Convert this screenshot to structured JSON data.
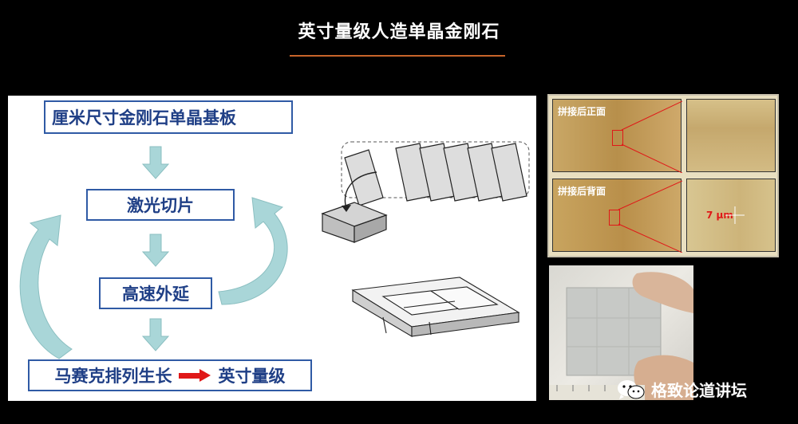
{
  "title": "英寸量级人造单晶金刚石",
  "flow": {
    "step1": "厘米尺寸金刚石单晶基板",
    "step2": "激光切片",
    "step3": "高速外延",
    "step4_left": "马赛克排列生长",
    "step4_right": "英寸量级"
  },
  "micrographs": {
    "front_label": "拼接后正面",
    "back_label": "拼接后背面",
    "scale_label": "7 μm"
  },
  "watermark": "格致论道讲坛",
  "colors": {
    "box_border": "#2f5aa5",
    "box_text": "#1f3f86",
    "flow_arrow": "#a9d6d8",
    "accent_red": "#e01818",
    "rule": "#c8642a"
  }
}
